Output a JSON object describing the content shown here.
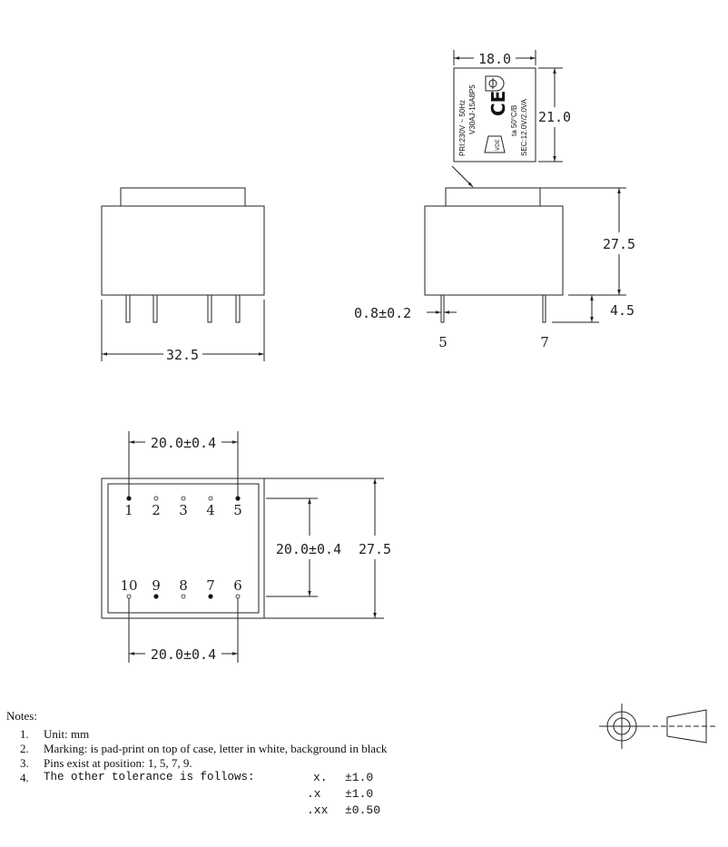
{
  "label": {
    "line1": "PRI:230V ~ 50Hz",
    "line2": "V30AJ-15A8P5",
    "line3": "ta 50°C/B",
    "line4": "SEC:12.0V/2.0VA",
    "ce_mark": "CE",
    "vde_mark": "VDE"
  },
  "dimensions": {
    "label_width": "18.0",
    "label_height": "21.0",
    "front_width": "32.5",
    "side_height": "27.5",
    "pin_length": "4.5",
    "pin_diameter": "0.8±0.2",
    "pin_pitch_top": "20.0±0.4",
    "pin_pitch_bottom": "20.0±0.4",
    "row_spacing": "20.0±0.4",
    "bottom_height": "27.5"
  },
  "side_pins": [
    "5",
    "7"
  ],
  "pins_top": [
    {
      "n": "1",
      "filled": true
    },
    {
      "n": "2",
      "filled": false
    },
    {
      "n": "3",
      "filled": false
    },
    {
      "n": "4",
      "filled": false
    },
    {
      "n": "5",
      "filled": true
    }
  ],
  "pins_bottom": [
    {
      "n": "10",
      "filled": false
    },
    {
      "n": "9",
      "filled": true
    },
    {
      "n": "8",
      "filled": false
    },
    {
      "n": "7",
      "filled": true
    },
    {
      "n": "6",
      "filled": false
    }
  ],
  "notes": {
    "title": "Notes:",
    "items": [
      {
        "num": "1.",
        "text": "Unit: mm"
      },
      {
        "num": "2.",
        "text": "Marking: is pad-print on top of case, letter in white, background in black"
      },
      {
        "num": "3.",
        "text": "Pins exist at position: 1, 5, 7, 9."
      },
      {
        "num": "4.",
        "text": "The other tolerance is follows:"
      }
    ],
    "tolerances": [
      {
        "key": "x.",
        "value": "±1.0"
      },
      {
        "key": ".x",
        "value": "±1.0"
      },
      {
        "key": ".xx",
        "value": "±0.50"
      }
    ]
  }
}
